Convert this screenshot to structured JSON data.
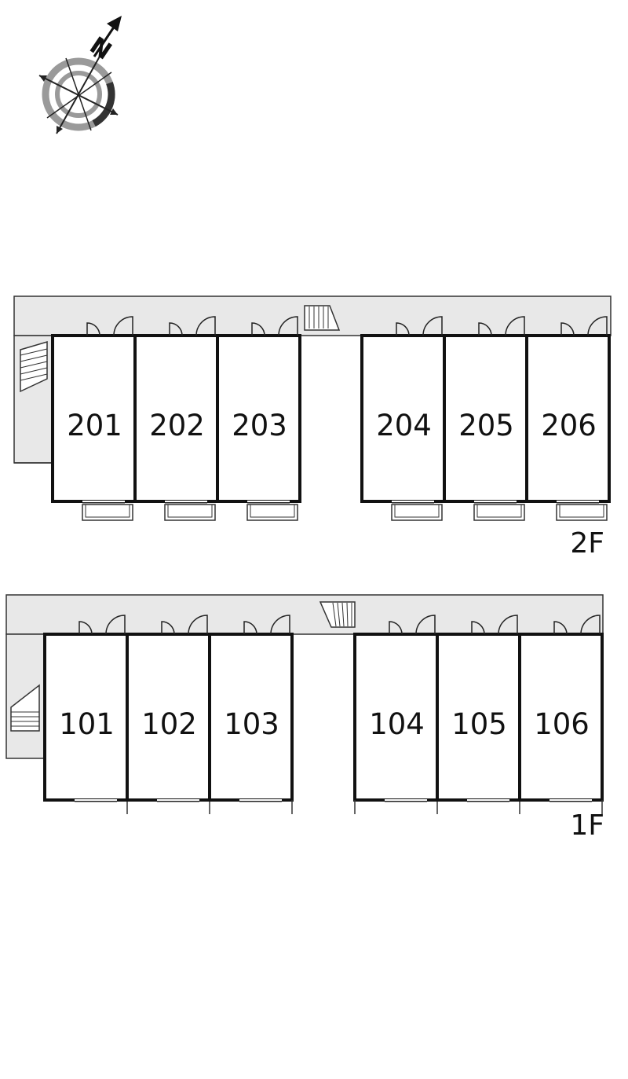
{
  "compass": {
    "north_label": "N",
    "icon": "compass-icon"
  },
  "floors": [
    {
      "id": "2F",
      "label": "2F",
      "rooms": [
        "201",
        "202",
        "203",
        "204",
        "205",
        "206"
      ]
    },
    {
      "id": "1F",
      "label": "1F",
      "rooms": [
        "101",
        "102",
        "103",
        "104",
        "105",
        "106"
      ]
    }
  ],
  "colors": {
    "walkway": "#e8e8e8",
    "wall": "#111111",
    "line": "#333333",
    "compass_gray": "#9a9a9a"
  }
}
